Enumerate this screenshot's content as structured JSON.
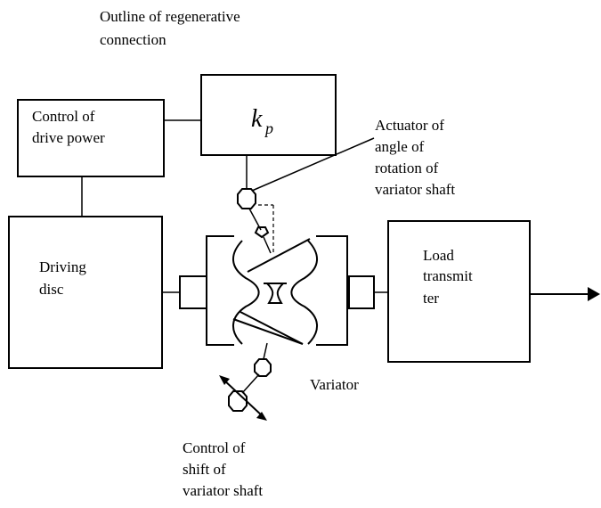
{
  "diagram": {
    "title_line1": "Outline of regenerative",
    "title_line2": "connection",
    "control_drive_power": [
      "Control of",
      "drive power"
    ],
    "kp_symbol": "k",
    "kp_subscript": "p",
    "actuator_label": [
      "Actuator of",
      "angle of",
      "rotation of",
      "variator shaft"
    ],
    "driving_disc": [
      "Driving",
      "disc"
    ],
    "load_transmitter": [
      "Load",
      "transmit",
      "ter"
    ],
    "variator_label": "Variator",
    "control_shift": [
      "Control of",
      "shift of",
      "variator shaft"
    ]
  }
}
